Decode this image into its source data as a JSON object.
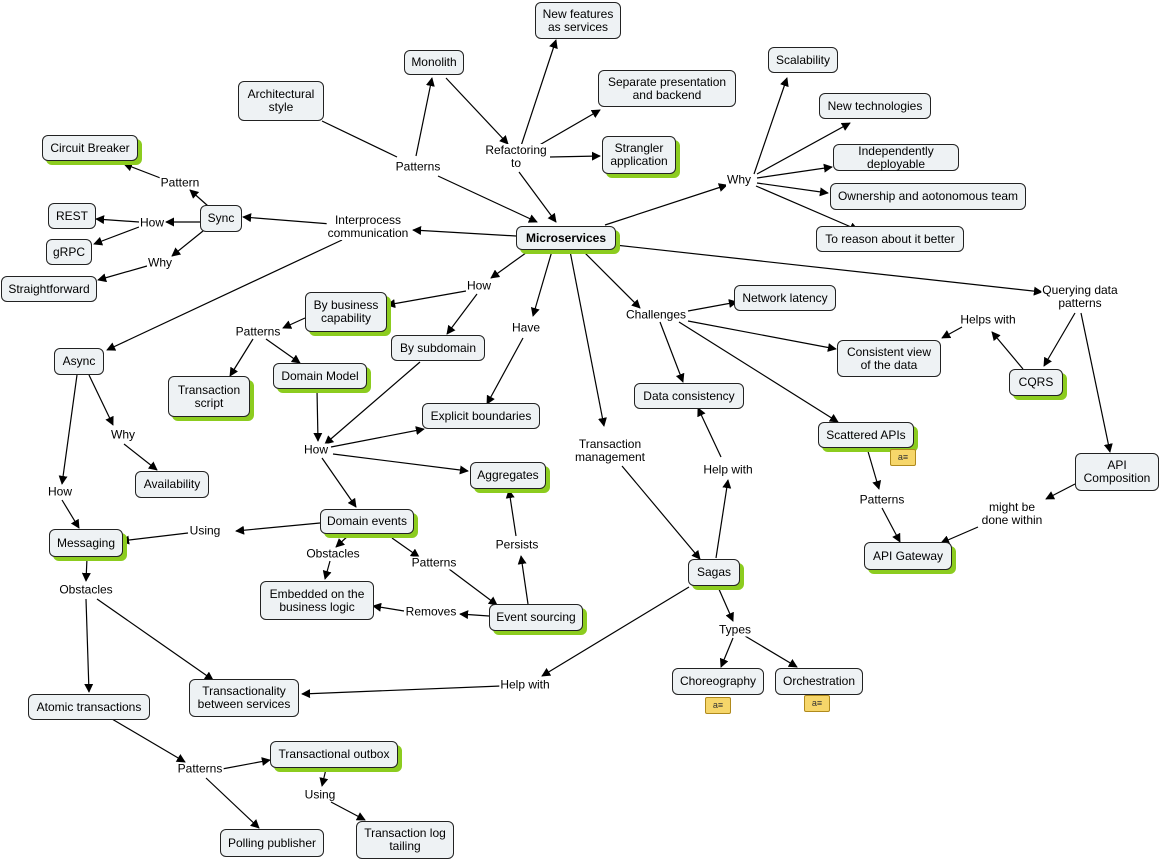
{
  "nodes": {
    "microservices": "Microservices",
    "new_features": "New features\nas services",
    "monolith": "Monolith",
    "separate": "Separate presentation\nand backend",
    "strangler": "Strangler\napplication",
    "architectural": "Architectural\nstyle",
    "scalability": "Scalability",
    "new_tech": "New technologies",
    "indep": "Independently deployable",
    "ownership": "Ownership and aotonomous team",
    "reason": "To reason about it better",
    "circuit": "Circuit Breaker",
    "sync": "Sync",
    "rest": "REST",
    "grpc": "gRPC",
    "straightforward": "Straightforward",
    "async": "Async",
    "by_business": "By business\ncapability",
    "by_subdomain": "By subdomain",
    "transaction_script": "Transaction\nscript",
    "domain_model": "Domain Model",
    "explicit": "Explicit boundaries",
    "aggregates": "Aggregates",
    "network": "Network latency",
    "consistent": "Consistent view\nof the data",
    "cqrs": "CQRS",
    "data_consistency": "Data consistency",
    "scattered": "Scattered APIs",
    "api_composition": "API\nComposition",
    "api_gateway": "API Gateway",
    "availability": "Availability",
    "messaging": "Messaging",
    "domain_events": "Domain events",
    "embedded": "Embedded on the\nbusiness logic",
    "event_sourcing": "Event sourcing",
    "sagas": "Sagas",
    "choreography": "Choreography",
    "orchestration": "Orchestration",
    "atomic": "Atomic transactions",
    "transactionality": "Transactionality\nbetween services",
    "outbox": "Transactional outbox",
    "polling": "Polling publisher",
    "log_tailing": "Transaction log\ntailing"
  },
  "labels": {
    "patterns_top": "Patterns",
    "refactoring": "Refactoring\nto",
    "why_top": "Why",
    "pattern_cb": "Pattern",
    "how_sync": "How",
    "why_sync": "Why",
    "ipc": "Interprocess\ncommunication",
    "how_main": "How",
    "have": "Have",
    "patterns_biz": "Patterns",
    "how_mid": "How",
    "challenges": "Challenges",
    "helps_with": "Helps with",
    "querying": "Querying data\npatterns",
    "transaction_mgmt": "Transaction\nmanagement",
    "help_with_sagas": "Help with",
    "patterns_scattered": "Patterns",
    "might_be": "might be\ndone within",
    "why_async": "Why",
    "how_async": "How",
    "using_msg": "Using",
    "obstacles_de": "Obstacles",
    "patterns_de": "Patterns",
    "persists": "Persists",
    "removes": "Removes",
    "obstacles_msg": "Obstacles",
    "types": "Types",
    "help_with_bottom": "Help with",
    "patterns_bottom": "Patterns",
    "using_bottom": "Using"
  },
  "notes": {
    "note_icon_text": "a≡"
  },
  "colors": {
    "node_fill": "#eef2f4",
    "shadow": "#8ccc1f",
    "note": "#f6d66a"
  }
}
